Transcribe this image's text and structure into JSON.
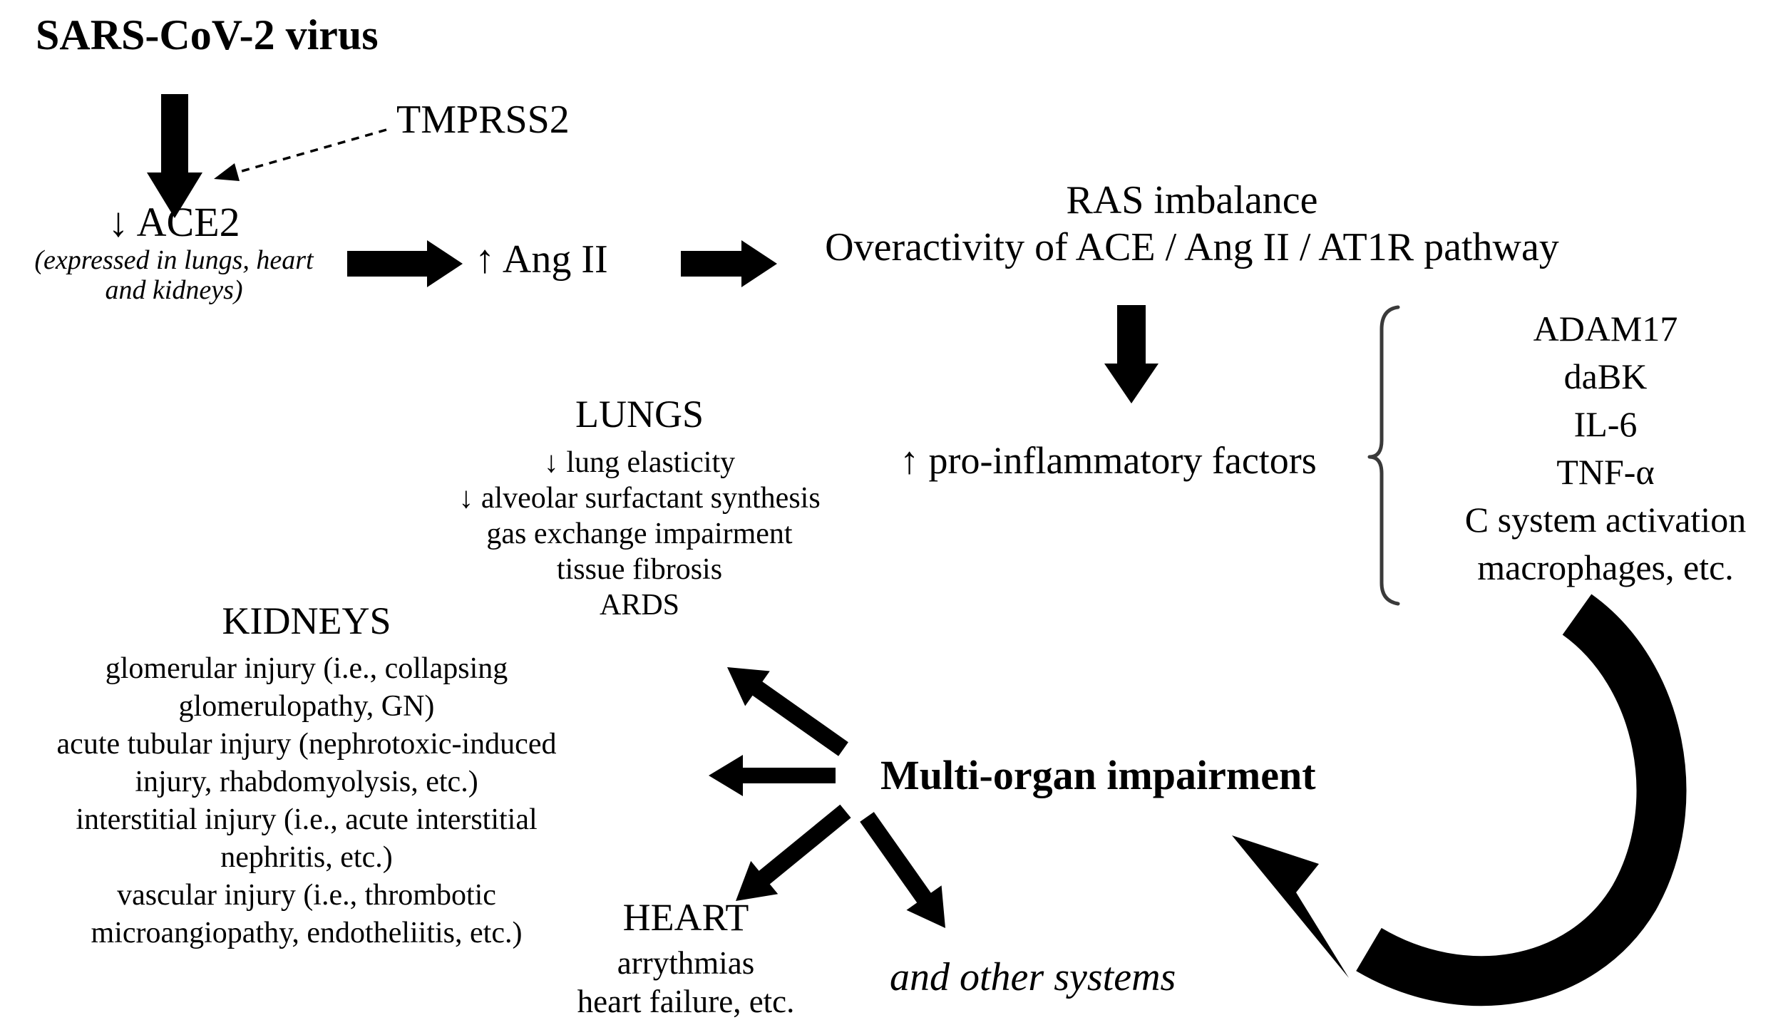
{
  "background": "#ffffff",
  "ink": "#000000",
  "bracket_color": "#3a3a3a",
  "nodes": {
    "virus": {
      "label": "SARS-CoV-2 virus"
    },
    "tmprss2": {
      "label": "TMPRSS2"
    },
    "ace2": {
      "label": "↓ ACE2",
      "note_line1": "(expressed in lungs, heart",
      "note_line2": "and kidneys)"
    },
    "ang_ii": {
      "label": "↑ Ang II"
    },
    "ras": {
      "line1": "RAS imbalance",
      "line2": "Overactivity of ACE / Ang II / AT1R pathway"
    },
    "pro_inflammatory": {
      "label": "↑ pro-inflammatory factors"
    },
    "factors": {
      "items": [
        "ADAM17",
        "daBK",
        "IL-6",
        "TNF-α",
        "C system activation",
        "macrophages, etc."
      ]
    },
    "lungs": {
      "title": "LUNGS",
      "items": [
        "↓ lung elasticity",
        "↓ alveolar surfactant synthesis",
        "gas exchange impairment",
        "tissue fibrosis",
        "ARDS"
      ]
    },
    "kidneys": {
      "title": "KIDNEYS",
      "lines": [
        "glomerular injury (i.e., collapsing",
        "glomerulopathy, GN)",
        "acute tubular injury (nephrotoxic-induced",
        "injury, rhabdomyolysis, etc.)",
        "interstitial injury (i.e., acute interstitial",
        "nephritis, etc.)",
        "vascular injury (i.e., thrombotic",
        "microangiopathy, endotheliitis, etc.)"
      ]
    },
    "multi_organ": {
      "label": "Multi-organ impairment"
    },
    "heart": {
      "title": "HEART",
      "items": [
        "arrythmias",
        "heart failure, etc."
      ]
    },
    "other_systems": {
      "label": "and other systems"
    }
  },
  "connectors": [
    {
      "name": "virus-to-ace2",
      "style": "block-arrow-down"
    },
    {
      "name": "tmprss2-entry",
      "style": "dashed-arrow"
    },
    {
      "name": "ace2-to-angii",
      "style": "block-arrow-right"
    },
    {
      "name": "angii-to-ras",
      "style": "block-arrow-right"
    },
    {
      "name": "ras-to-proinflammatory",
      "style": "block-arrow-down"
    },
    {
      "name": "factors-bracket",
      "style": "curly-brace"
    },
    {
      "name": "factors-to-multiorgan",
      "style": "curved-arrow"
    },
    {
      "name": "multiorgan-to-lungs",
      "style": "arrow-up-left"
    },
    {
      "name": "multiorgan-to-kidneys",
      "style": "arrow-left"
    },
    {
      "name": "multiorgan-to-heart",
      "style": "arrow-down-left"
    },
    {
      "name": "multiorgan-to-other-systems",
      "style": "arrow-down-right"
    }
  ]
}
